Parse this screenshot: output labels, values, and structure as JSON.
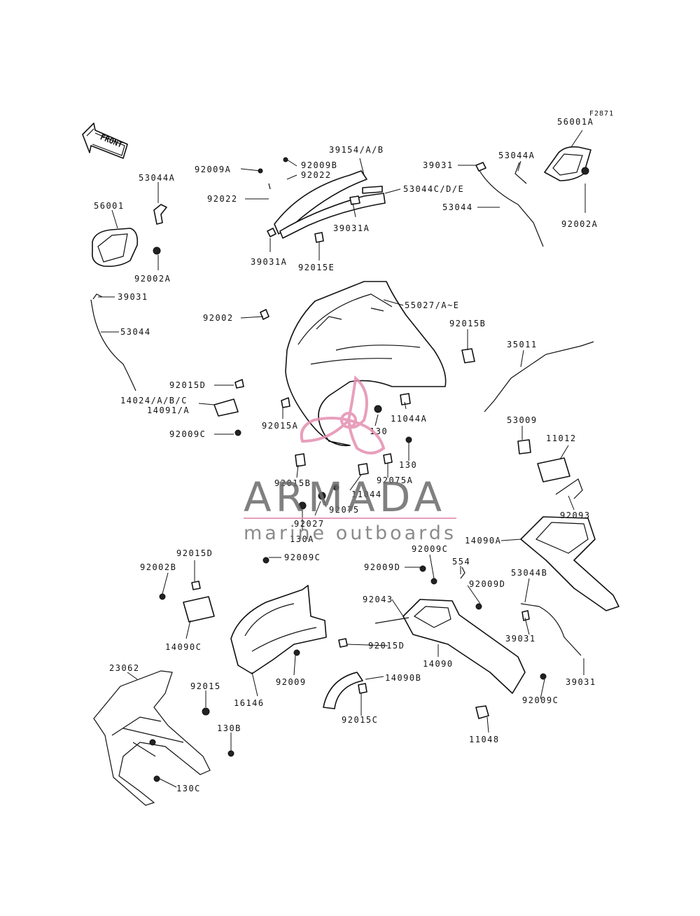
{
  "diagram": {
    "ref_code": "F2871",
    "front_label": "FRONT",
    "labels": [
      {
        "id": "56001A-top",
        "text": "56001A"
      },
      {
        "id": "39154",
        "text": "39154/A/B"
      },
      {
        "id": "92009B",
        "text": "92009B"
      },
      {
        "id": "92022-a",
        "text": "92022"
      },
      {
        "id": "92009A",
        "text": "92009A"
      },
      {
        "id": "92022-b",
        "text": "92022"
      },
      {
        "id": "53044CDE",
        "text": "53044C/D/E"
      },
      {
        "id": "39031-top",
        "text": "39031"
      },
      {
        "id": "53044A-right",
        "text": "53044A"
      },
      {
        "id": "53044-right",
        "text": "53044"
      },
      {
        "id": "92002A-right",
        "text": "92002A"
      },
      {
        "id": "39031A-mid",
        "text": "39031A"
      },
      {
        "id": "39031A-left",
        "text": "39031A"
      },
      {
        "id": "92015E",
        "text": "92015E"
      },
      {
        "id": "53044A-left",
        "text": "53044A"
      },
      {
        "id": "56001",
        "text": "56001"
      },
      {
        "id": "92002A-left",
        "text": "92002A"
      },
      {
        "id": "39031-left",
        "text": "39031"
      },
      {
        "id": "53044-left",
        "text": "53044"
      },
      {
        "id": "92002",
        "text": "92002"
      },
      {
        "id": "55027",
        "text": "55027/A~E"
      },
      {
        "id": "92015B-top",
        "text": "92015B"
      },
      {
        "id": "35011",
        "text": "35011"
      },
      {
        "id": "92015D-a",
        "text": "92015D"
      },
      {
        "id": "14024",
        "text": "14024/A/B/C"
      },
      {
        "id": "14091",
        "text": "14091/A"
      },
      {
        "id": "92009C-a",
        "text": "92009C"
      },
      {
        "id": "92015A",
        "text": "92015A"
      },
      {
        "id": "130-a",
        "text": "130"
      },
      {
        "id": "11044A",
        "text": "11044A"
      },
      {
        "id": "53009",
        "text": "53009"
      },
      {
        "id": "11012",
        "text": "11012"
      },
      {
        "id": "130-b",
        "text": "130"
      },
      {
        "id": "92015B-bot",
        "text": "92015B"
      },
      {
        "id": "92075A",
        "text": "92075A"
      },
      {
        "id": "11044",
        "text": "11044"
      },
      {
        "id": "92075",
        "text": "92075"
      },
      {
        "id": "92093",
        "text": "92093"
      },
      {
        "id": "92027",
        "text": "92027"
      },
      {
        "id": "130A",
        "text": "130A"
      },
      {
        "id": "14090A",
        "text": "14090A"
      },
      {
        "id": "92015D-b",
        "text": "92015D"
      },
      {
        "id": "92002B",
        "text": "92002B"
      },
      {
        "id": "92009C-b",
        "text": "92009C"
      },
      {
        "id": "92009C-c",
        "text": "92009C"
      },
      {
        "id": "92009D-a",
        "text": "92009D"
      },
      {
        "id": "554",
        "text": "554"
      },
      {
        "id": "53044B",
        "text": "53044B"
      },
      {
        "id": "92009D-b",
        "text": "92009D"
      },
      {
        "id": "92043",
        "text": "92043"
      },
      {
        "id": "14090C",
        "text": "14090C"
      },
      {
        "id": "92015D-c",
        "text": "92015D"
      },
      {
        "id": "39031-br1",
        "text": "39031"
      },
      {
        "id": "14090",
        "text": "14090"
      },
      {
        "id": "23062",
        "text": "23062"
      },
      {
        "id": "92015",
        "text": "92015"
      },
      {
        "id": "92009",
        "text": "92009"
      },
      {
        "id": "14090B",
        "text": "14090B"
      },
      {
        "id": "39031-br2",
        "text": "39031"
      },
      {
        "id": "16146",
        "text": "16146"
      },
      {
        "id": "92009C-d",
        "text": "92009C"
      },
      {
        "id": "130B",
        "text": "130B"
      },
      {
        "id": "92015C",
        "text": "92015C"
      },
      {
        "id": "11048",
        "text": "11048"
      },
      {
        "id": "130C",
        "text": "130C"
      }
    ]
  },
  "watermark": {
    "brand": "ARMADA",
    "tagline": "marine outboards",
    "accent_color": "#e58fb0",
    "text_color": "#6b6b6b"
  }
}
